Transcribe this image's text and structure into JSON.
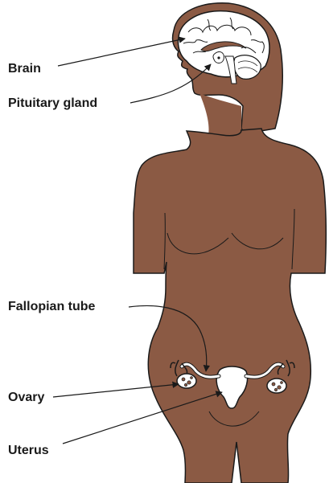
{
  "labels": {
    "brain": "Brain",
    "pituitary": "Pituitary gland",
    "fallopian": "Fallopian tube",
    "ovary": "Ovary",
    "uterus": "Uterus"
  },
  "colors": {
    "skin": "#8b5a44",
    "outline": "#1a1a1a",
    "organ": "#ffffff"
  }
}
